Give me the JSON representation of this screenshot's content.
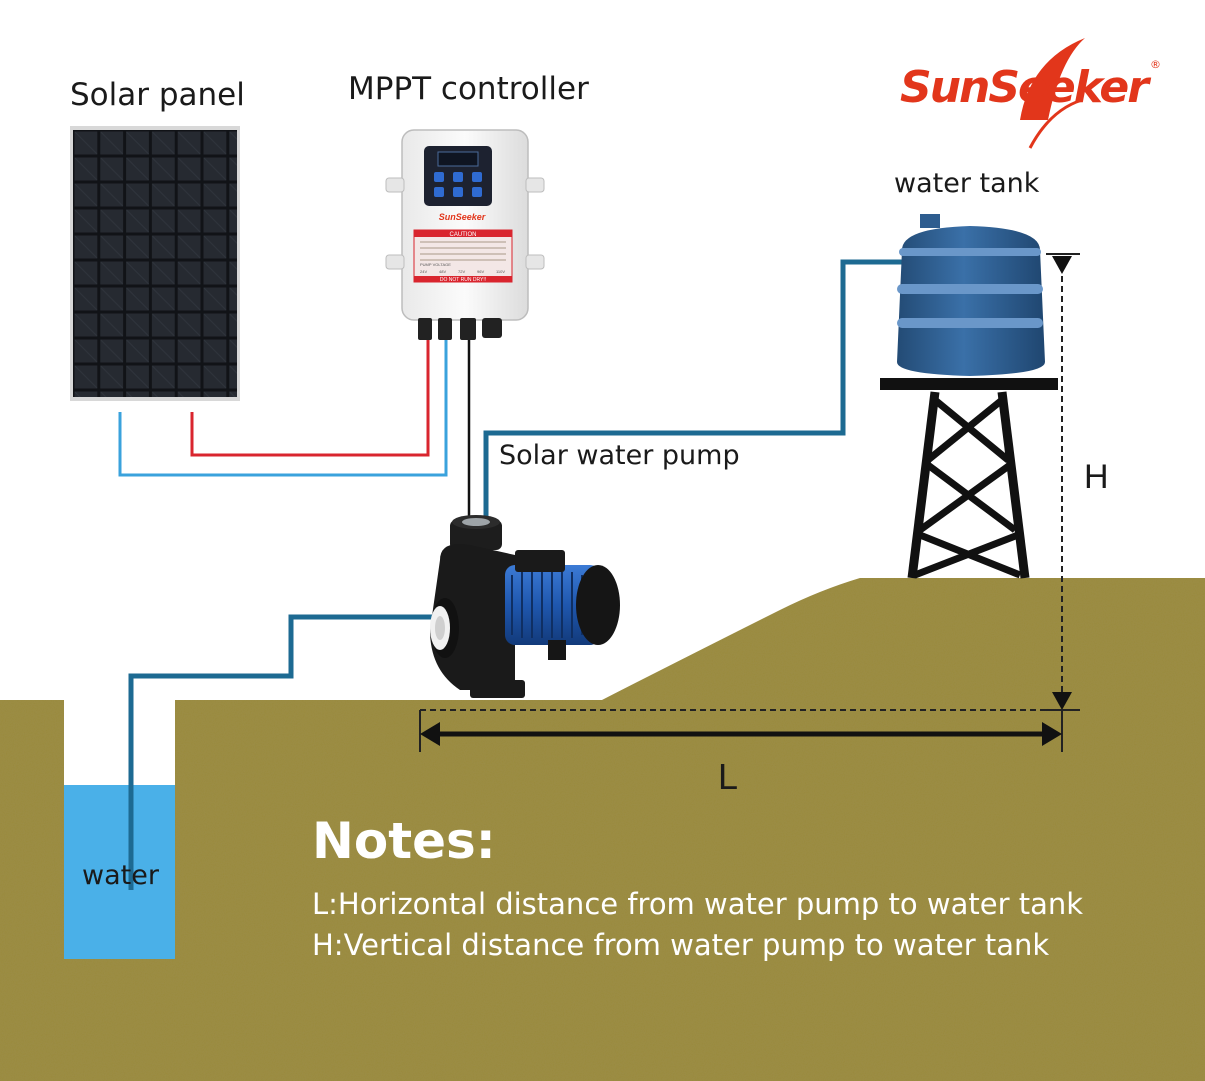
{
  "labels": {
    "solar_panel": "Solar panel",
    "mppt_controller": "MPPT controller",
    "water_tank": "water tank",
    "solar_water_pump": "Solar water pump",
    "water": "water",
    "height": "H",
    "length": "L"
  },
  "brand": {
    "name": "SunSeeker",
    "mark": "®"
  },
  "controller_panel": {
    "caution": "CAUTION",
    "warning": "DO NOT RUN DRY!!",
    "voltage_title": "PUMP VOLTAGE",
    "voltages": [
      "24V",
      "48V",
      "72V",
      "96V",
      "110V"
    ]
  },
  "notes": {
    "title": "Notes:",
    "lines": [
      "L:Horizontal distance from water pump to water tank",
      "H:Vertical distance from water pump to water tank"
    ]
  },
  "colors": {
    "ground": "#9a8a3e",
    "water": "#4ab0e8",
    "pipe": "#1d6a92",
    "wire_red": "#d9252e",
    "wire_blue": "#3aa2dc",
    "tank": "#2e5d8f",
    "brand": "#e2361b"
  }
}
